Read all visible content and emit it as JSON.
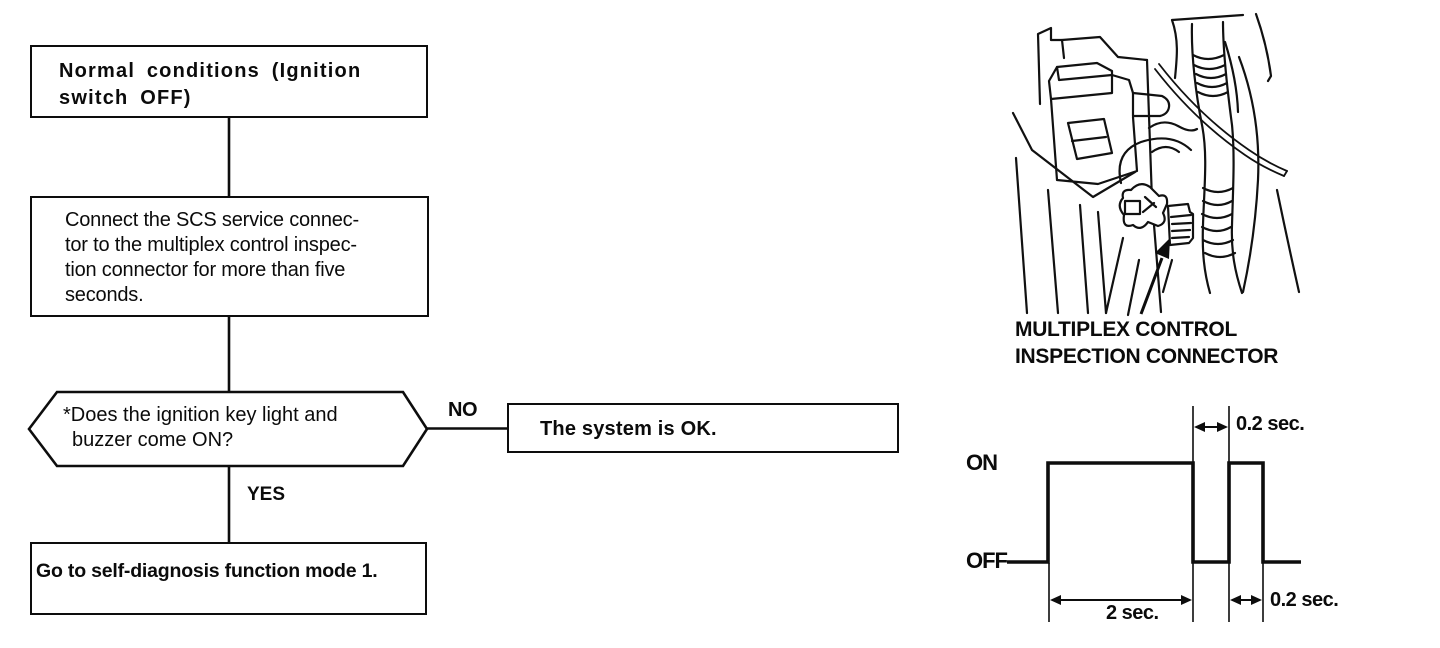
{
  "page": {
    "paper_color": "#ffffff",
    "ink_color": "#0d0d0d"
  },
  "flowchart": {
    "boxes": {
      "start": "Normal conditions (Ignition\nswitch OFF)",
      "step": "Connect the SCS service connec-\ntor to the multiplex control inspec-\ntion connector for more than five\nseconds.",
      "decision": "*Does the ignition key light and\nbuzzer come ON?",
      "no_result": "The system is OK.",
      "yes_result": "Go to self-diagnosis function mode 1."
    },
    "branch_labels": {
      "no": "NO",
      "yes": "YES"
    }
  },
  "illustration": {
    "caption": "MULTIPLEX CONTROL\nINSPECTION CONNECTOR"
  },
  "timing": {
    "on_label": "ON",
    "off_label": "OFF",
    "labels": {
      "gap_top": "0.2 sec.",
      "pulse1": "2 sec.",
      "pulse2": "0.2 sec."
    },
    "sequence": [
      {
        "state": "OFF"
      },
      {
        "state": "ON",
        "duration_sec": 2
      },
      {
        "state": "OFF",
        "duration_sec": 0.2
      },
      {
        "state": "ON",
        "duration_sec": 0.2
      },
      {
        "state": "OFF"
      }
    ]
  }
}
